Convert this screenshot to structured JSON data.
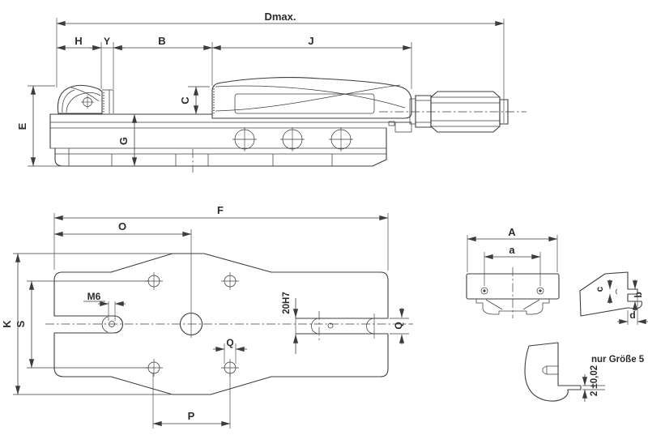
{
  "colors": {
    "line": "#3d3d3d",
    "text": "#2b2b2b",
    "background": "#ffffff"
  },
  "side_view": {
    "dim_dmax": "Dmax.",
    "dim_h": "H",
    "dim_y": "Y",
    "dim_b": "B",
    "dim_j": "J",
    "dim_c": "C",
    "dim_e": "E",
    "dim_g": "G"
  },
  "plan_view": {
    "dim_f": "F",
    "dim_o": "O",
    "dim_k": "K",
    "dim_s": "S",
    "dim_m6": "M6",
    "dim_slot": "20H7",
    "dim_q_slot": "Q",
    "dim_q_hole": "Q",
    "dim_p": "P"
  },
  "jaw_front_view": {
    "dim_width_outer": "A",
    "dim_width_inner": "a"
  },
  "jaw_side_view": {
    "dim_c": "c",
    "dim_b": "b",
    "dim_d": "d"
  },
  "detail_view": {
    "note": "nur Größe 5",
    "dim_lip": "2 ±0,02"
  }
}
